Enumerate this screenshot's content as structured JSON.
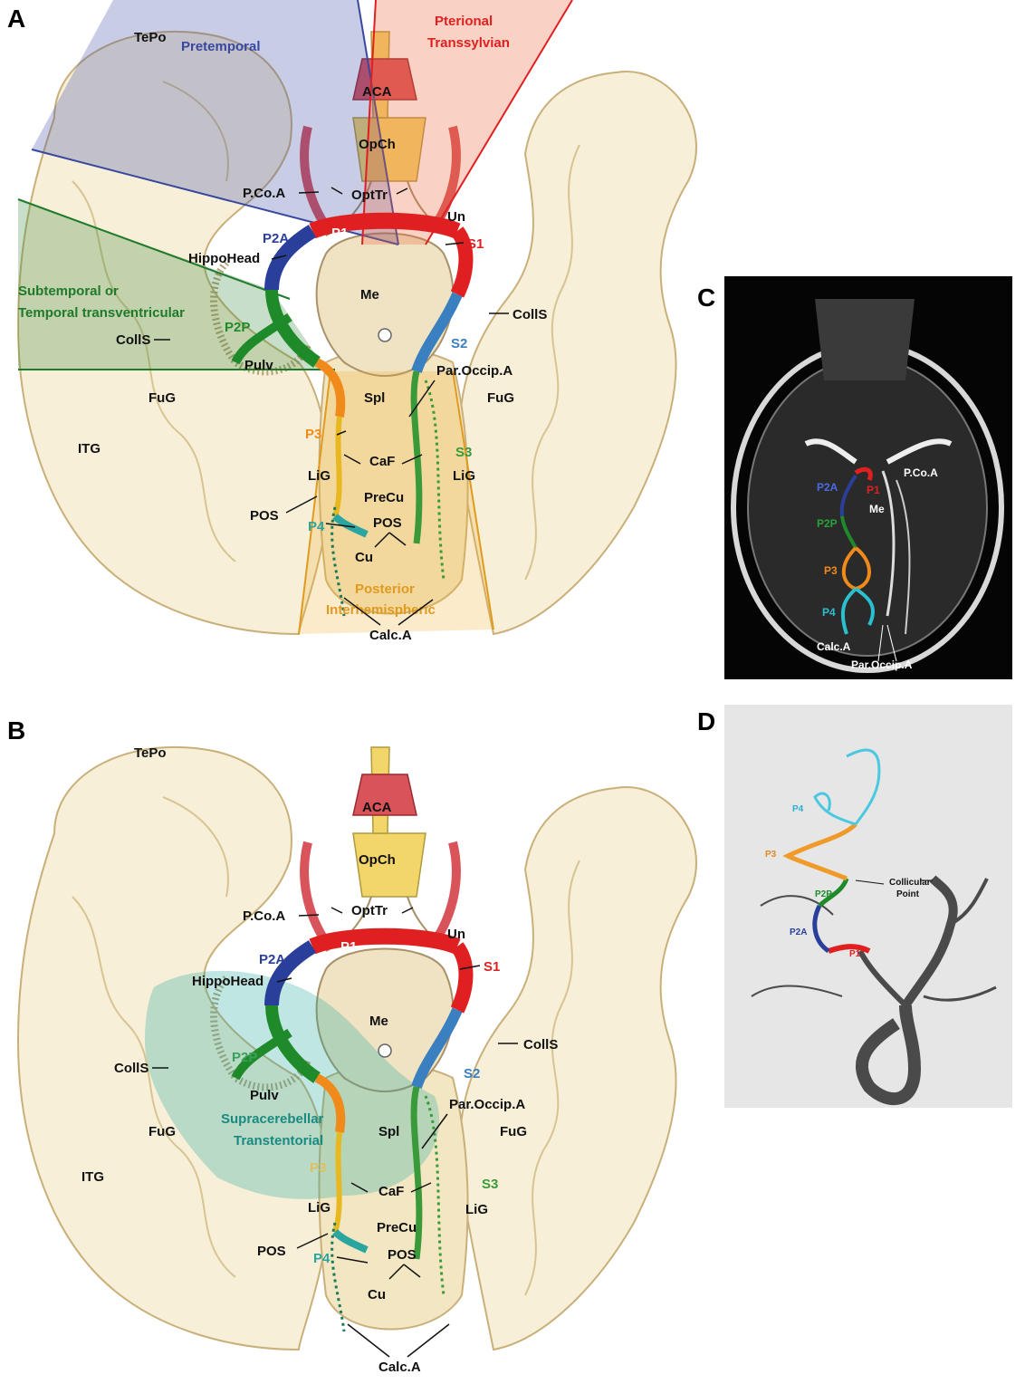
{
  "panels": {
    "a": {
      "letter": "A",
      "approaches": {
        "pretemporal": "Pretemporal",
        "pterional_1": "Pterional",
        "pterional_2": "Transsylvian",
        "subtemporal_1": "Subtemporal or",
        "subtemporal_2": "Temporal transventricular",
        "posterior_1": "Posterior",
        "posterior_2": "Interhemispheric"
      },
      "labels": {
        "tepo": "TePo",
        "aca": "ACA",
        "opch": "OpCh",
        "pcoa": "P.Co.A",
        "opttr": "OptTr",
        "un": "Un",
        "p1": "P1",
        "p2a": "P2A",
        "s1": "S1",
        "hippohead": "HippoHead",
        "me": "Me",
        "colls_r": "CollS",
        "colls_l": "CollS",
        "p2p": "P2P",
        "s2": "S2",
        "pulv": "Pulv",
        "parocc": "Par.Occip.A",
        "spl": "Spl",
        "fug_l": "FuG",
        "fug_r": "FuG",
        "itg": "ITG",
        "p3": "P3",
        "s3": "S3",
        "caf": "CaF",
        "lig_l": "LiG",
        "lig_r": "LiG",
        "precu": "PreCu",
        "pos_l": "POS",
        "pos_r": "POS",
        "p4": "P4",
        "cu": "Cu",
        "calca": "Calc.A"
      }
    },
    "b": {
      "letter": "B",
      "approaches": {
        "supracerebellar_1": "Supracerebellar",
        "supracerebellar_2": "Transtentorial"
      },
      "labels": {
        "tepo": "TePo",
        "aca": "ACA",
        "opch": "OpCh",
        "pcoa": "P.Co.A",
        "opttr": "OptTr",
        "un": "Un",
        "p1": "P1",
        "p2a": "P2A",
        "s1": "S1",
        "hippohead": "HippoHead",
        "me": "Me",
        "colls_r": "CollS",
        "colls_l": "CollS",
        "p2p": "P2P",
        "s2": "S2",
        "pulv": "Pulv",
        "parocc": "Par.Occip.A",
        "spl": "Spl",
        "fug_l": "FuG",
        "fug_r": "FuG",
        "itg": "ITG",
        "p3": "P3",
        "s3": "S3",
        "caf": "CaF",
        "lig_l": "LiG",
        "lig_r": "LiG",
        "precu": "PreCu",
        "pos_l": "POS",
        "pos_r": "POS",
        "p4": "P4",
        "cu": "Cu",
        "calca": "Calc.A"
      }
    },
    "c": {
      "letter": "C",
      "labels": {
        "pcoa": "P.Co.A",
        "p1": "P1",
        "p2a": "P2A",
        "me": "Me",
        "p2p": "P2P",
        "p3": "P3",
        "p4": "P4",
        "calca": "Calc.A",
        "parocc": "Par.Occip.A"
      }
    },
    "d": {
      "letter": "D",
      "labels": {
        "p4": "P4",
        "p3": "P3",
        "collicular_1": "Collicular",
        "collicular_2": "Point",
        "p2p": "P2P",
        "p2a": "P2A",
        "p1": "P1"
      }
    }
  },
  "colors": {
    "p1": "#e02020",
    "p2a": "#2a3f9a",
    "p2p": "#1f8a2a",
    "p3": "#f08a1a",
    "p4": "#2aa5a0",
    "s1": "#e02020",
    "s2": "#3a7fc0",
    "s3": "#3a9a3a",
    "pretemporal": "#3848a0",
    "pterional": "#e02020",
    "subtemporal": "#1f7a2a",
    "posterior": "#e09a20",
    "supracerebellar": "#1aa59a",
    "brain": "#f7efd8",
    "brain_outline": "#c9b07a",
    "vessel_red": "#d9535a",
    "optic": "#f2d66a"
  }
}
